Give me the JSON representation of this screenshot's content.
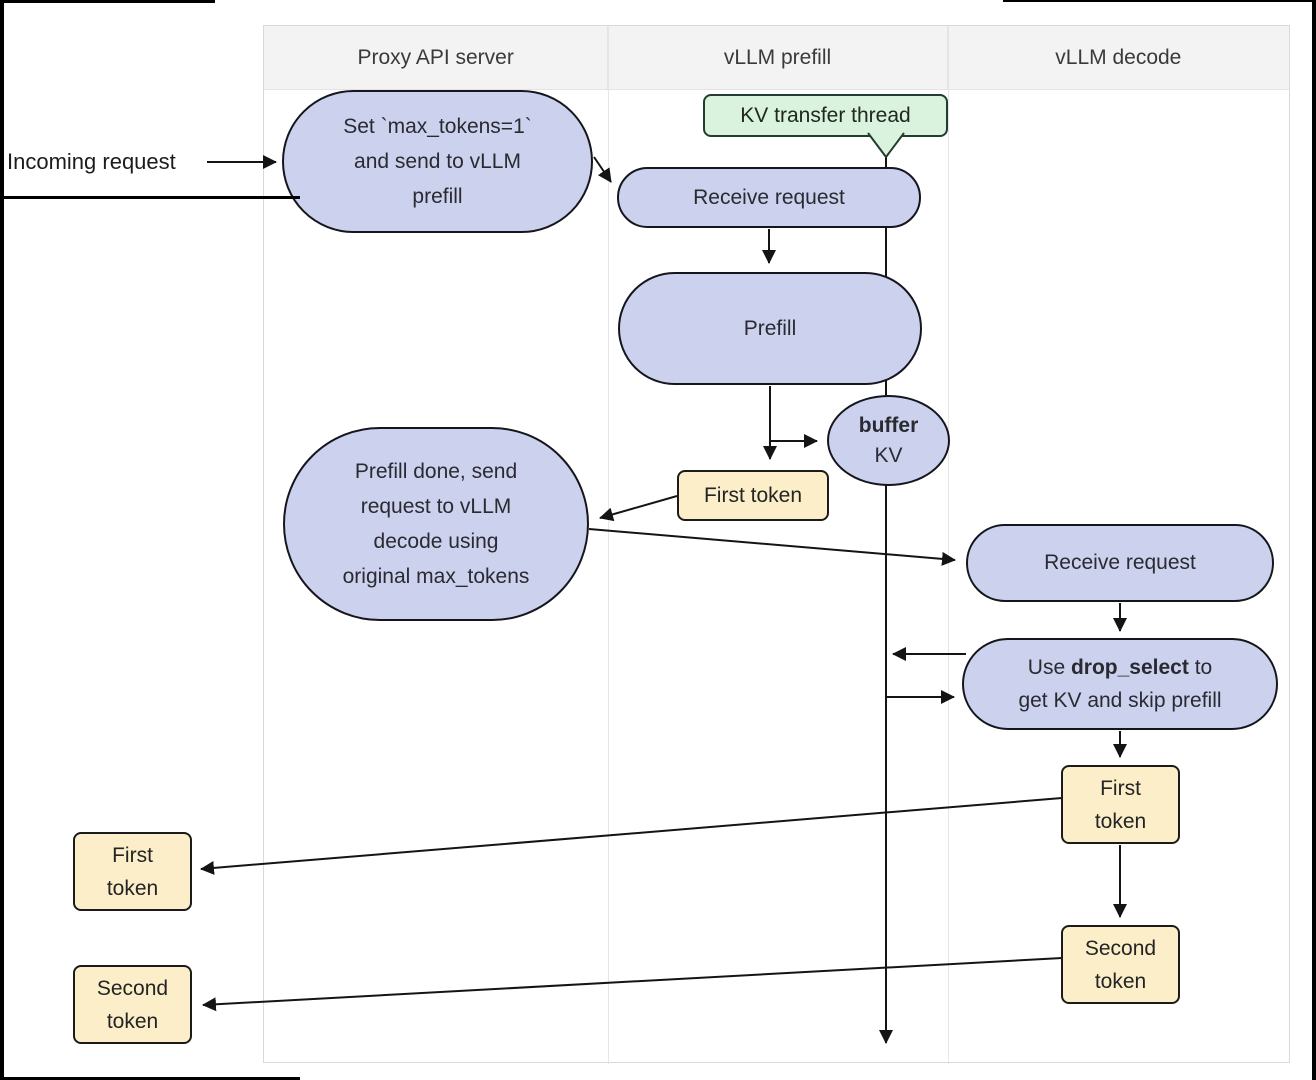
{
  "lanes": {
    "headers": [
      {
        "label": "Proxy API server"
      },
      {
        "label": "vLLM prefill"
      },
      {
        "label": "vLLM decode"
      }
    ]
  },
  "external": {
    "incoming_label": "Incoming request",
    "first_token_out": {
      "lines": [
        "First",
        "token"
      ]
    },
    "second_token_out": {
      "lines": [
        "Second",
        "token"
      ]
    }
  },
  "callout": {
    "label": "KV transfer thread"
  },
  "nodes": {
    "set_max_tokens": {
      "lines": [
        "Set `max_tokens=1`",
        "and send to vLLM",
        "prefill"
      ]
    },
    "receive_request_prefill": {
      "label": "Receive request"
    },
    "prefill": {
      "label": "Prefill"
    },
    "buffer_kv": {
      "bold_line": "buffer",
      "second_line": "KV"
    },
    "first_token_prefill": {
      "label": "First token"
    },
    "prefill_done": {
      "lines": [
        "Prefill done, send",
        "request to vLLM",
        "decode using",
        "original max_tokens"
      ]
    },
    "receive_request_decode": {
      "label": "Receive request"
    },
    "drop_select": {
      "line1_prefix": "Use ",
      "line1_bold": "drop_select",
      "line1_suffix": " to",
      "line2": "get KV and skip prefill"
    },
    "first_token_decode": {
      "lines": [
        "First",
        "token"
      ]
    },
    "second_token_decode": {
      "lines": [
        "Second",
        "token"
      ]
    }
  },
  "colors": {
    "process_node_fill": "#ccd2ed",
    "process_node_border": "#15151e",
    "token_box_fill": "#fbeec8",
    "token_box_border": "#1b1b1b",
    "callout_fill": "#d9f3de",
    "callout_border": "#223d2d",
    "lane_header_bg": "#f3f3f3",
    "lane_border": "#d9d9d9",
    "arrow": "#141414",
    "text": "#2a2a33"
  }
}
